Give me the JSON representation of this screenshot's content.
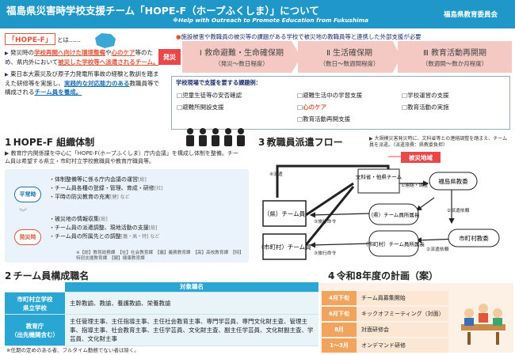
{
  "header": {
    "title": "福島県災害時学校支援チーム「HOPE-F（ホープふくしま）」について",
    "subtitle": "※Help with Outreach to Promote Education from Fukushima",
    "org": "福島県教育委員会"
  },
  "intro": {
    "tag": "「HOPE-F」",
    "tag_suffix": "とは……",
    "p1": [
      "発災時の",
      "学校再開へ向けた環境整備",
      "や",
      "心のケア",
      "等のため、県内外において",
      "被災した学校等へ派遣されるチーム。"
    ],
    "p2": [
      "東日本大震災及び原子力発電所事故の経験と教訓を踏まえた研修等を実施し、",
      "実践的な対応能力のある",
      "教職員等で構成される",
      "チーム員を養成。"
    ]
  },
  "support": {
    "need": "施設被害や教職員の被災等の課題がある学校で被災地の教職員等と連携した外部支援が必要",
    "saigai": "発災",
    "phases": [
      {
        "title": "Ⅰ 救命避難・生命確保期",
        "sub": "（発災～数日程度）"
      },
      {
        "title": "Ⅱ 生活確保期",
        "sub": "（数日～数週間程度）"
      },
      {
        "title": "Ⅲ 教育活動再開期",
        "sub": "（数週間～数か月程度）"
      }
    ],
    "issues_title": "学校現場で支援を要する課題例：",
    "issues": [
      [
        "児童生徒等の安否確認",
        "避難所開設支援"
      ],
      [
        "避難生活中の学習支援",
        "心のケア",
        "教育活動再開支援"
      ],
      [
        "学校運営の支援",
        "教育活動の実施"
      ]
    ]
  },
  "section1": {
    "num": "1",
    "title": "HOPE-F 組織体制",
    "desc": "▶ 教育庁内関係課を中心に「HOPE-F(ホープふくしま）庁内会議」を構成し体制を整備。チーム員は希望する県立・市町村立学校教職員や教育庁職員等。",
    "normal_label": "平常時",
    "disaster_label": "発災時",
    "normal_tasks": [
      {
        "text": "・体制整備等に係る庁内会議の運営",
        "tag": "[総]"
      },
      {
        "text": "・チーム員各種の登録・管理、育成・研修",
        "tag": "[社]"
      },
      {
        "text": "・平時の防災教育の充実",
        "tag": "[健] など"
      }
    ],
    "disaster_tasks": [
      {
        "text": "・被災地の情報収集",
        "tag": "[総]"
      },
      {
        "text": "・チーム員の派遣調整、現地活動の支援",
        "tag": "[総]"
      },
      {
        "text": "・チーム員の所属先との調整",
        "tag": "[義・高・特] など"
      }
    ],
    "note": "※【総】教育総務課　【社】社会教育課　【義】義務教育課　【高】高校教育課　【特】特別支援教育課　【健】健康教育課"
  },
  "section3": {
    "num": "3",
    "title": "教職員派遣フロー",
    "note": "▶ 大規模災害発災時に、文科省等との連絡調整を踏まえ、チーム員を派遣。（派遣旅費：県教委負担）",
    "nodes": {
      "disaster_area": "被災地域",
      "mext": "文科省・他県チーム",
      "pref_board": "福島県教委",
      "pref_team": "（県）チーム員",
      "city_team": "（市町村）チーム員",
      "pref_principal": "（県）チーム員所属長",
      "city_principal": "（市町村）チーム員所属長",
      "city_board": "市町村教委"
    },
    "edges": {
      "dispatch": "④派遣",
      "contact": "①連絡・調整",
      "request1": "②派遣依頼",
      "request2": "②派遣依頼",
      "travel1": "③旅行命令",
      "travel2": "③旅行命令"
    }
  },
  "section2": {
    "num": "2",
    "title": "チーム員構成職名",
    "col_header": "対象職名",
    "rows": [
      {
        "label1": "市町村立学校",
        "label2": "県立学校",
        "value": "主幹教諭、教諭、養護教諭、栄養教諭"
      },
      {
        "label1": "教育庁",
        "label2": "（出先機関含む）",
        "value": "主任管理主事、主任指導主事、主任社会教育主事、専門学芸員、専門文化財主査、管理主事、指導主事、社会教育主事、主任学芸員、文化財主査、副主任学芸員、文化財副主査、学芸員、文化財主事"
      }
    ],
    "footnote": "※任期の定めのある者、フルタイム勤務でない者は除く。"
  },
  "section4": {
    "num": "4",
    "title": "令和8年度の計画（案）",
    "rows": [
      {
        "when": "4月下旬",
        "what": "チーム員募集開始"
      },
      {
        "when": "6月下旬",
        "what": "キックオフミーティング（対面）"
      },
      {
        "when": "8月",
        "what": "対面研修会"
      },
      {
        "when": "1～3月",
        "what": "オンデマンド研修"
      }
    ]
  }
}
